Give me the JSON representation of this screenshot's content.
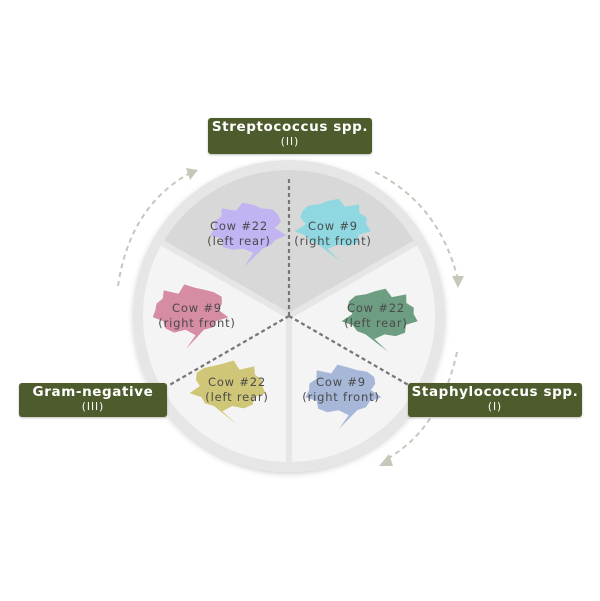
{
  "groups": [
    {
      "key": "strep",
      "name": "Streptococcus spp.",
      "numeral": "(II)"
    },
    {
      "key": "staph",
      "name": "Staphylococcus spp.",
      "numeral": "(I)"
    },
    {
      "key": "gram",
      "name": "Gram-negative",
      "numeral": "(III)"
    }
  ],
  "sectors": [
    {
      "id": "strep-a",
      "group": "strep",
      "line1": "Cow #22",
      "line2": "(left rear)",
      "color": "#c2b4f2",
      "background": "#d8d8d8"
    },
    {
      "id": "strep-b",
      "group": "strep",
      "line1": "Cow #9",
      "line2": "(right front)",
      "color": "#8fd7e1",
      "background": "#d8d8d8"
    },
    {
      "id": "staph-a",
      "group": "staph",
      "line1": "Cow #22",
      "line2": "(left rear)",
      "color": "#6e9e82",
      "background": "#f4f4f4"
    },
    {
      "id": "staph-b",
      "group": "staph",
      "line1": "Cow #9",
      "line2": "(right front)",
      "color": "#a6b7d8",
      "background": "#f4f4f4"
    },
    {
      "id": "gram-a",
      "group": "gram",
      "line1": "Cow #22",
      "line2": "(left rear)",
      "color": "#cfc678",
      "background": "#f4f4f4"
    },
    {
      "id": "gram-b",
      "group": "gram",
      "line1": "Cow #9",
      "line2": "(right front)",
      "color": "#d68ca3",
      "background": "#f4f4f4"
    }
  ],
  "colors": {
    "tag": "#4e5b2c",
    "divider": "#777777",
    "arrow": "#c5c9bb",
    "rim": "#e6e6e6"
  }
}
